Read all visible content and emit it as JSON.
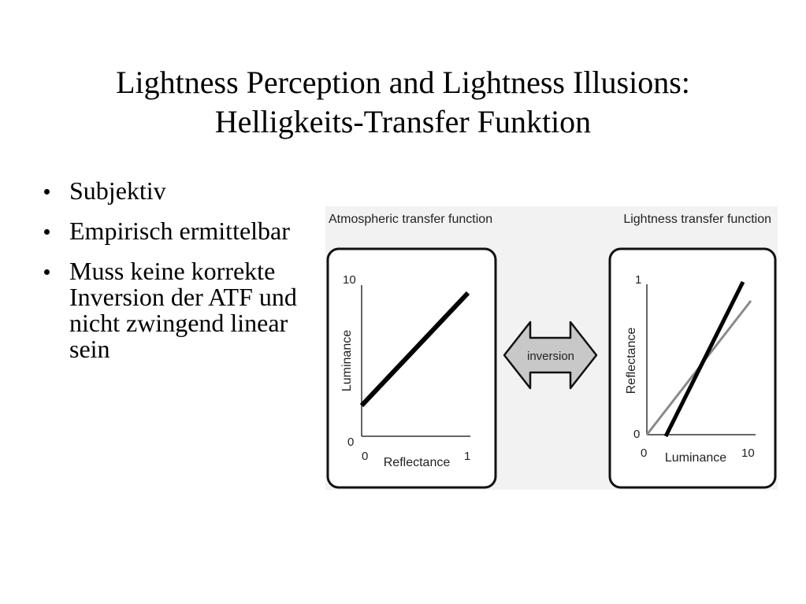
{
  "slide": {
    "title_line1": "Lightness Perception and Lightness Illusions:",
    "title_line2": "Helligkeits-Transfer Funktion",
    "bullets": [
      "Subjektiv",
      "Empirisch ermittelbar",
      "Muss keine korrekte Inversion der ATF und nicht zwingend linear sein"
    ]
  },
  "figure": {
    "left_panel": {
      "heading": "Atmospheric transfer function",
      "y_label": "Luminance",
      "x_label": "Reflectance",
      "y_max": "10",
      "y_min": "0",
      "x_min": "0",
      "x_max": "1"
    },
    "arrow_label": "inversion",
    "right_panel": {
      "heading": "Lightness transfer function",
      "y_label": "Reflectance",
      "x_label": "Luminance",
      "y_max": "1",
      "y_min": "0",
      "x_min": "0",
      "x_max": "10"
    },
    "colors": {
      "black_line": "#000000",
      "gray_line": "#8a8a8a",
      "arrow_fill": "#c8c8c8"
    }
  }
}
